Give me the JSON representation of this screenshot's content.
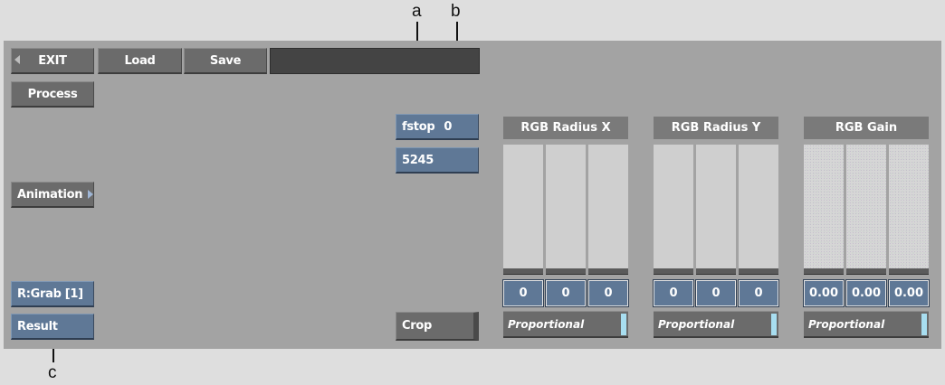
{
  "callouts": {
    "a": "a",
    "b": "b",
    "c": "c"
  },
  "toolbar": {
    "exit": "EXIT",
    "load": "Load",
    "save": "Save",
    "name_value": ""
  },
  "left": {
    "process": "Process",
    "animation": "Animation",
    "grab": "R:Grab [1]",
    "result": "Result"
  },
  "middle": {
    "fstop_label": "fstop",
    "fstop_value": "0",
    "field_value": "5245",
    "crop": "Crop"
  },
  "groups": [
    {
      "title": "RGB Radius X",
      "values": [
        "0",
        "0",
        "0"
      ],
      "mode": "Proportional"
    },
    {
      "title": "RGB Radius Y",
      "values": [
        "0",
        "0",
        "0"
      ],
      "mode": "Proportional"
    },
    {
      "title": "RGB Gain",
      "values": [
        "0.00",
        "0.00",
        "0.00"
      ],
      "mode": "Proportional"
    }
  ],
  "colors": {
    "panel": "#a3a3a3",
    "button_gray": "#6b6b6b",
    "button_blue": "#5f7896",
    "accent_tab": "#a8def0"
  }
}
